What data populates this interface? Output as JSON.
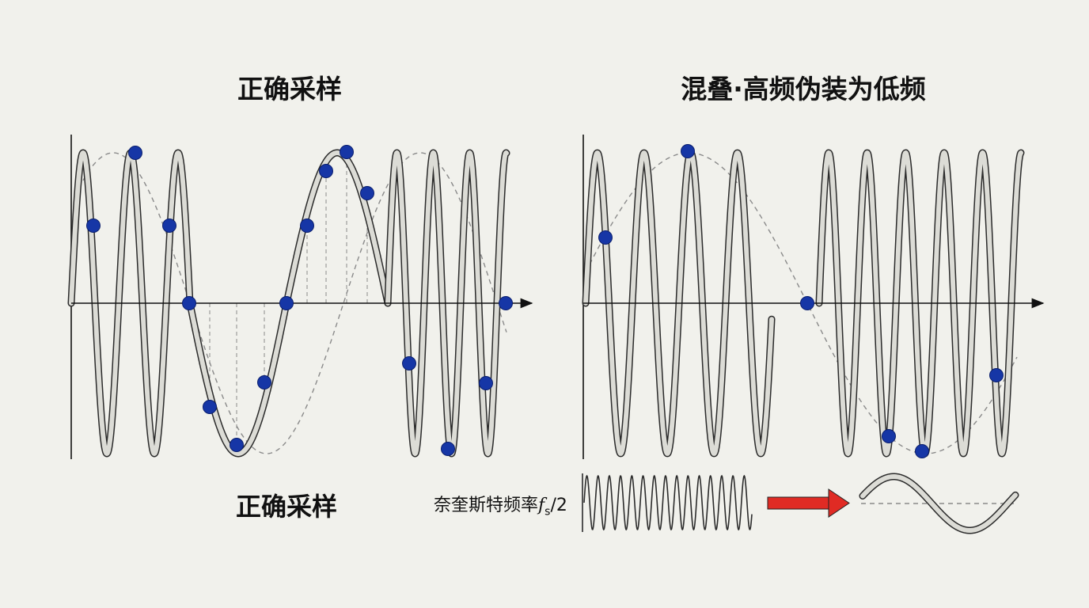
{
  "titles": {
    "left": "正确采样",
    "right": "混叠·高频伪装为低频"
  },
  "bottom": {
    "left_label": "正确采样",
    "nyquist_label": "奈奎斯特频率",
    "nyquist_symbol": "f",
    "nyquist_subscript": "s",
    "nyquist_suffix": "/2"
  },
  "colors": {
    "background": "#f1f1ec",
    "sample_dot": "#1636a6",
    "arrow": "#e02b24",
    "ribbon_fill": "#dcdcd6",
    "ribbon_stroke": "#2b2b2b",
    "dashed": "#8a8a8a"
  },
  "icons": {
    "arrow": "right-arrow-icon"
  }
}
